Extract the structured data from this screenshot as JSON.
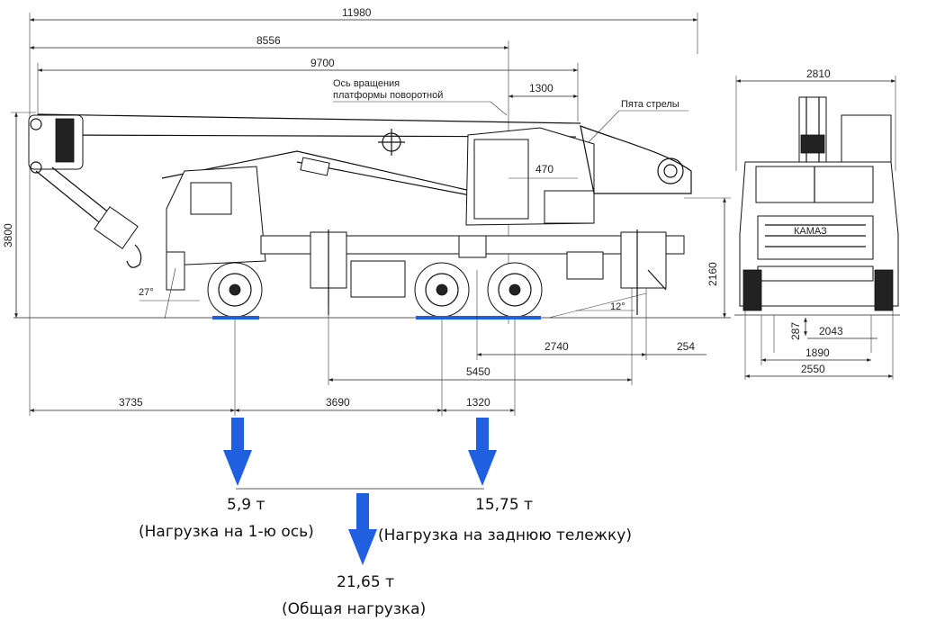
{
  "dimensions": {
    "total_length": "11980",
    "d_8556": "8556",
    "d_9700": "9700",
    "d_1300": "1300",
    "d_470": "470",
    "height_3800": "3800",
    "height_2160": "2160",
    "d_2740": "2740",
    "d_254": "254",
    "d_5450": "5450",
    "d_3735": "3735",
    "d_3690": "3690",
    "d_1320": "1320",
    "angle_front": "27°",
    "angle_rear": "12°"
  },
  "front_view": {
    "width_top": "2810",
    "d_287": "287",
    "d_2043": "2043",
    "d_1890": "1890",
    "width_bottom": "2550",
    "plate": "КАМАЗ"
  },
  "annotations": {
    "rotation_axis_line1": "Ось вращения",
    "rotation_axis_line2": "платформы поворотной",
    "boom_heel": "Пята стрелы"
  },
  "loads": {
    "front_axle_value": "5,9 т",
    "front_axle_label": "(Нагрузка на 1-ю ось)",
    "rear_bogie_value": "15,75 т",
    "rear_bogie_label": "(Нагрузка на заднюю тележку)",
    "total_value": "21,65 т",
    "total_label": "(Общая нагрузка)"
  },
  "colors": {
    "arrow": "#1f5fe0",
    "axle_marker": "#1f5fe0",
    "lines": "#222222"
  }
}
